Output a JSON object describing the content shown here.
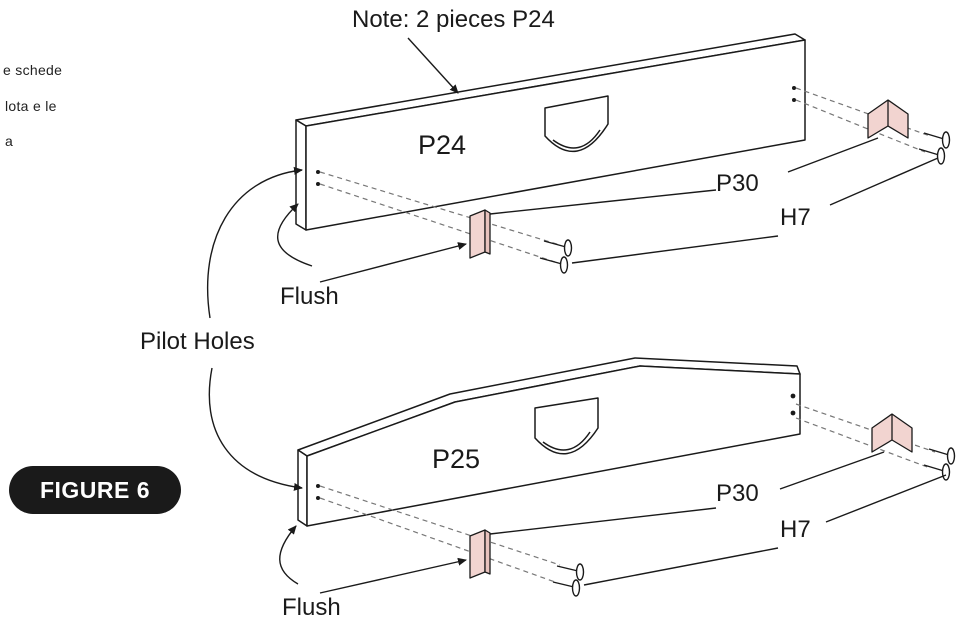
{
  "side_text": [
    "e schede",
    "lota e le",
    "a"
  ],
  "note": "Note: 2 pieces P24",
  "badge": "FIGURE 6",
  "pilot_holes": "Pilot Holes",
  "top_board": {
    "part": "P24",
    "bracket": "P30",
    "screw": "H7",
    "flush": "Flush"
  },
  "bottom_board": {
    "part": "P25",
    "bracket": "P30",
    "screw": "H7",
    "flush": "Flush"
  },
  "colors": {
    "line": "#1a1a1a",
    "bracket_fill": "#f2d4d0",
    "badge_bg": "#1a1a1a",
    "badge_text": "#ffffff",
    "dashed": "#777777"
  }
}
